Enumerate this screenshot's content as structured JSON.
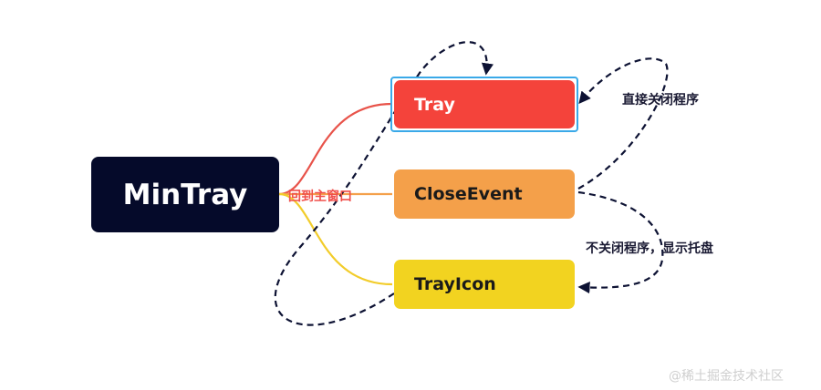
{
  "colors": {
    "root_bg": "#050a2a",
    "root_text": "#ffffff",
    "tray_bg": "#f4433b",
    "tray_text": "#ffffff",
    "tray_selection": "#3aa9e8",
    "close_bg": "#f4a04a",
    "close_text": "#1a1a1a",
    "icon_bg": "#f2d320",
    "icon_text": "#1a1a1a",
    "edge_tray": "#e8534a",
    "edge_close": "#f4a04a",
    "edge_icon": "#f2cc2a",
    "arrow": "#0d1233",
    "label_back": "#f0504c",
    "label_dark": "#1a1a33"
  },
  "root": {
    "label": "MinTray"
  },
  "nodes": {
    "tray": {
      "label": "Tray"
    },
    "close_event": {
      "label": "CloseEvent"
    },
    "tray_icon": {
      "label": "TrayIcon"
    }
  },
  "labels": {
    "back_to_main": "回到主窗口",
    "close_directly": "直接关闭程序",
    "not_close_show_tray": "不关闭程序，显示托盘"
  },
  "watermark": "@稀土掘金技术社区"
}
